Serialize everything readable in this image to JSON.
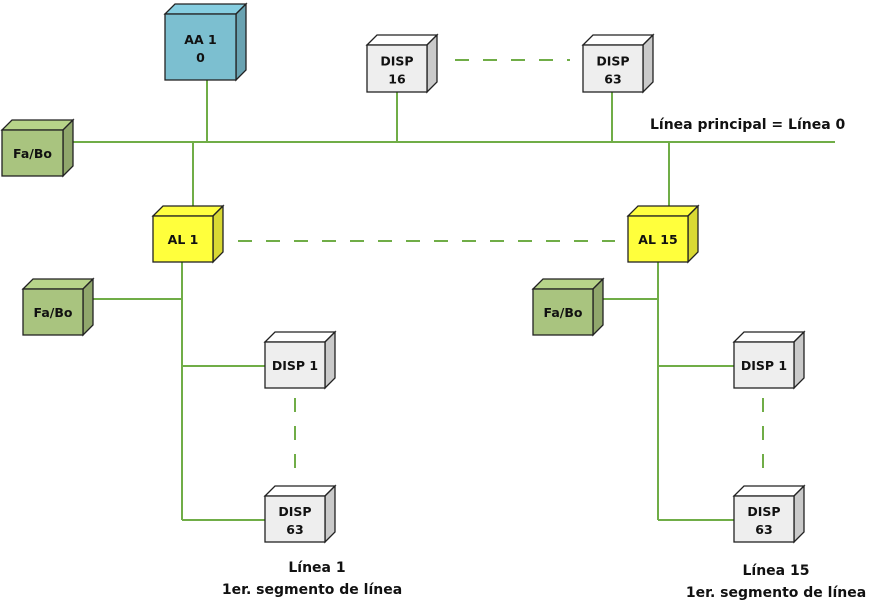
{
  "colors": {
    "bus_line": "#70ad47",
    "area_coupler": "#7cbfd0",
    "line_coupler": "#ffff3c",
    "power_supply": "#a9c47f",
    "device": "#eeeeee"
  },
  "main_line_label": "Línea principal = Línea 0",
  "nodes": {
    "area_coupler": {
      "line1": "AA 1",
      "line2": "0"
    },
    "main_disp_16": {
      "line1": "DISP",
      "line2": "16"
    },
    "main_disp_63": {
      "line1": "DISP",
      "line2": "63"
    },
    "main_power": {
      "line1": "Fa/Bo"
    },
    "line_coupler_1": {
      "line1": "AL 1"
    },
    "line_coupler_15": {
      "line1": "AL 15"
    },
    "line1_power": {
      "line1": "Fa/Bo"
    },
    "line1_disp_1": {
      "line1": "DISP 1"
    },
    "line1_disp_63": {
      "line1": "DISP",
      "line2": "63"
    },
    "line15_power": {
      "line1": "Fa/Bo"
    },
    "line15_disp_1": {
      "line1": "DISP 1"
    },
    "line15_disp_63": {
      "line1": "DISP",
      "line2": "63"
    }
  },
  "captions": {
    "line1": {
      "title": "Línea 1",
      "subtitle": "1er. segmento de línea"
    },
    "line15": {
      "title": "Línea 15",
      "subtitle": "1er. segmento de línea"
    }
  }
}
